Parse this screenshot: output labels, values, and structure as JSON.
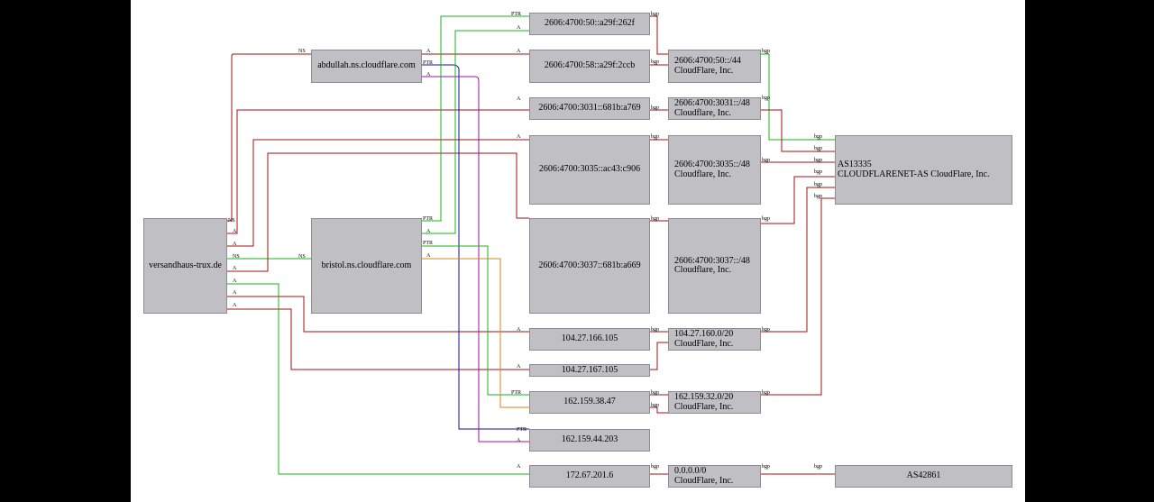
{
  "nodes": {
    "domain": "versandhaus-trux.de",
    "ns1": "abdullah.ns.cloudflare.com",
    "ns2": "bristol.ns.cloudflare.com",
    "ip6_1": "2606:4700:50::a29f:262f",
    "ip6_2": "2606:4700:58::a29f:2ccb",
    "ip6_3": "2606:4700:3031::681b:a769",
    "ip6_4": "2606:4700:3035::ac43:c906",
    "ip6_5": "2606:4700:3037::681b:a669",
    "ip4_1": "104.27.166.105",
    "ip4_2": "104.27.167.105",
    "ip4_3": "162.159.38.47",
    "ip4_4": "162.159.44.203",
    "ip4_5": "172.67.201.6",
    "pfx1": {
      "net": "2606:4700:50::/44",
      "org": "CloudFlare, Inc."
    },
    "pfx2": {
      "net": "2606:4700:3031::/48",
      "org": "Cloudflare, Inc."
    },
    "pfx3": {
      "net": "2606:4700:3035::/48",
      "org": "Cloudflare, Inc."
    },
    "pfx4": {
      "net": "2606:4700:3037::/48",
      "org": "Cloudflare, Inc."
    },
    "pfx5": {
      "net": "104.27.160.0/20",
      "org": "CloudFlare, Inc."
    },
    "pfx6": {
      "net": "162.159.32.0/20",
      "org": "CloudFlare, Inc."
    },
    "pfx7": {
      "net": "0.0.0.0/0",
      "org": "CloudFlare, Inc."
    },
    "as1": {
      "asn": "AS13335",
      "name": "CLOUDFLARENET-AS CloudFlare, Inc."
    },
    "as2": "AS42861"
  },
  "edge_labels": {
    "ns": "NS",
    "a": "A",
    "ptr": "PTR",
    "bgp": "bgp"
  },
  "colors": {
    "red": "#a01010",
    "green": "#18b018",
    "blue": "#101090",
    "magenta": "#a010a0",
    "orange": "#d08a10",
    "node_fill": "#c0bfc4"
  }
}
